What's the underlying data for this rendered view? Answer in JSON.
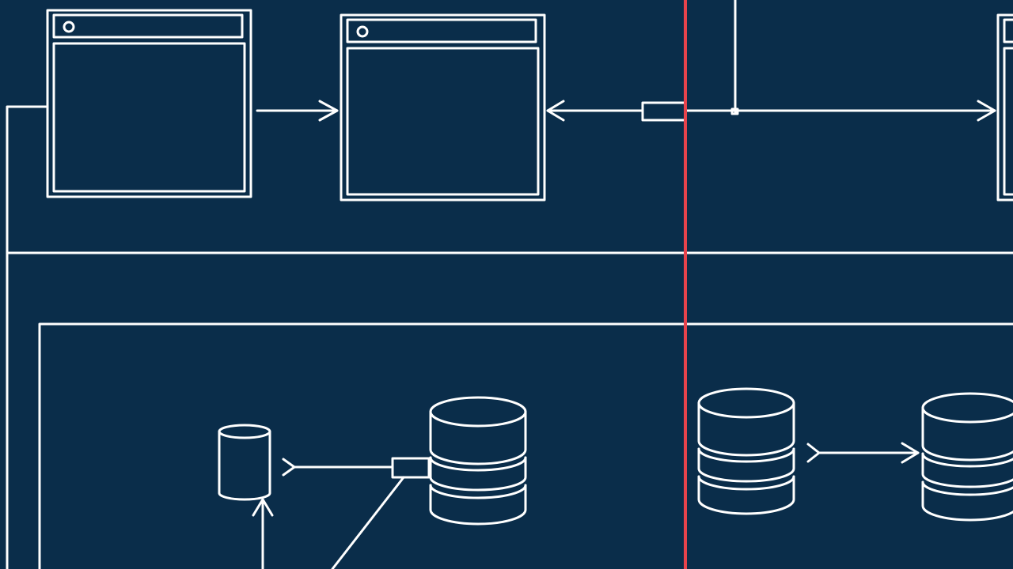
{
  "colors": {
    "background": "#0a2d4a",
    "stroke": "#ffffff",
    "divider": "#e8434c"
  },
  "diagram": {
    "windows": [
      {
        "name": "browser-window-1",
        "icon": "window-icon"
      },
      {
        "name": "browser-window-2",
        "icon": "window-icon"
      },
      {
        "name": "browser-window-3",
        "icon": "window-icon"
      }
    ],
    "databases": [
      {
        "name": "database-small",
        "icon": "cylinder-icon"
      },
      {
        "name": "database-stack-1",
        "icon": "database-icon"
      },
      {
        "name": "database-stack-2",
        "icon": "database-icon"
      },
      {
        "name": "database-stack-3",
        "icon": "database-icon"
      }
    ],
    "connectors": [
      "connector-port-top",
      "connector-port-bottom"
    ],
    "divider": "red-divider-line"
  }
}
